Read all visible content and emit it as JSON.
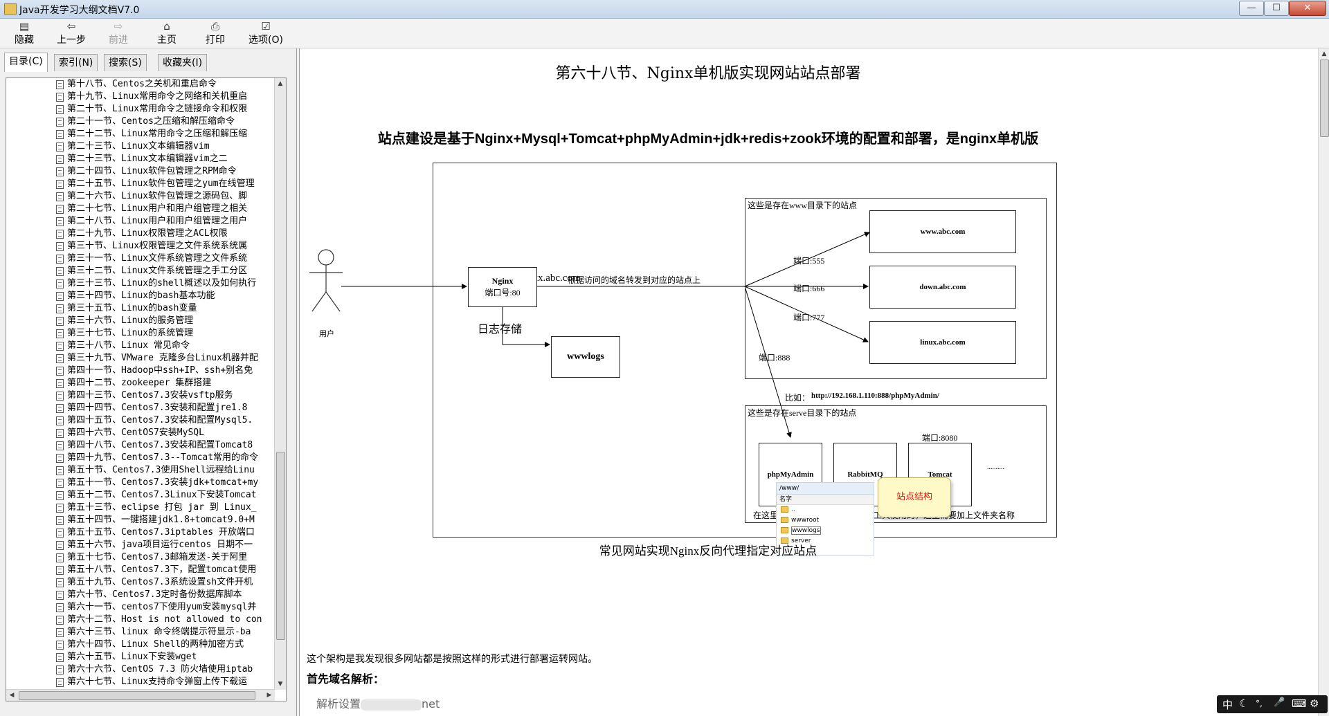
{
  "window": {
    "title": "Java开发学习大纲文档V7.0",
    "min_label": "—",
    "max_label": "☐",
    "close_label": "✕"
  },
  "toolbar": {
    "hide": "隐藏",
    "back": "上一步",
    "forward": "前进",
    "home": "主页",
    "print": "打印",
    "options": "选项(O)"
  },
  "tabs": {
    "contents": "目录(C)",
    "index": "索引(N)",
    "search": "搜索(S)",
    "favorites": "收藏夹(I)"
  },
  "tree_items": [
    "第十八节、Centos之关机和重启命令",
    "第十九节、Linux常用命令之网络和关机重启",
    "第二十节、Linux常用命令之链接命令和权限",
    "第二十一节、Centos之压缩和解压缩命令",
    "第二十二节、Linux常用命令之压缩和解压缩",
    "第二十三节、Linux文本编辑器vim",
    "第二十三节、Linux文本编辑器vim之二",
    "第二十四节、Linux软件包管理之RPM命令",
    "第二十五节、Linux软件包管理之yum在线管理",
    "第二十六节、Linux软件包管理之源码包、脚",
    "第二十七节、Linux用户和用户组管理之相关",
    "第二十八节、Linux用户和用户组管理之用户",
    "第二十九节、Linux权限管理之ACL权限",
    "第三十节、Linux权限管理之文件系统系统属",
    "第三十一节、Linux文件系统管理之文件系统",
    "第三十二节、Linux文件系统管理之手工分区",
    "第三十三节、Linux的shell概述以及如何执行",
    "第三十四节、Linux的bash基本功能",
    "第三十五节、Linux的bash变量",
    "第三十六节、Linux的服务管理",
    "第三十七节、Linux的系统管理",
    "第三十八节、Linux 常见命令",
    "第三十九节、VMware 克隆多台Linux机器并配",
    "第四十一节、Hadoop中ssh+IP、ssh+别名免",
    "第四十二节、zookeeper 集群搭建",
    "第四十三节、Centos7.3安装vsftp服务",
    "第四十四节、Centos7.3安装和配置jre1.8",
    "第四十五节、Centos7.3安装和配置Mysql5.",
    "第四十六节、CentOS7安装MySQL",
    "第四十八节、Centos7.3安装和配置Tomcat8",
    "第四十九节、Centos7.3--Tomcat常用的命令",
    "第五十节、Centos7.3使用Shell远程给Linu",
    "第五十一节、Centos7.3安装jdk+tomcat+my",
    "第五十二节、Centos7.3Linux下安装Tomcat",
    "第五十三节、eclipse 打包 jar 到 Linux_",
    "第五十四节、一键搭建jdk1.8+tomcat9.0+M",
    "第五十五节、Centos7.3iptables 开放端口",
    "第五十六节、java项目运行centos 日期不一",
    "第五十七节、Centos7.3邮箱发送-关于阿里",
    "第五十八节、Centos7.3下，配置tomcat使用",
    "第五十九节、Centos7.3系统设置sh文件开机",
    "第六十节、Centos7.3定时备份数据库脚本",
    "第六十一节、centos7下使用yum安装mysql并",
    "第六十二节、Host is not allowed to con",
    "第六十三节、linux 命令终端提示符显示-ba",
    "第六十四节、Linux Shell的两种加密方式",
    "第六十五节、Linux下安装wget",
    "第六十六节、CentOS 7.3 防火墙使用iptab",
    "第六十七节、Linux支持命令弹窗上传下载运"
  ],
  "content": {
    "title": "第六十八节、Nginx单机版实现网站站点部署",
    "subtitle": "站点建设是基于Nginx+Mysql+Tomcat+phpMyAdmin+jdk+redis+zook环境的配置和部署，是nginx单机版",
    "caption": "常见网站实现Nginx反向代理指定对应站点",
    "para1": "这个架构是我发现很多网站都是按照这样的形式进行部署运转网站。",
    "para2": "首先域名解析：",
    "para3_prefix": "解析设置",
    "para3_suffix": "net"
  },
  "diagram": {
    "user_label": "用户",
    "visit_label": "访问xxx.abc.com",
    "nginx_title": "Nginx",
    "nginx_port": "端口号:80",
    "forward_label": "根据访问的域名转发到对应的站点上",
    "log_label": "日志存储",
    "wwwlogs": "wwwlogs",
    "www_group_label": "这些是存在www目录下的站点",
    "port555": "端口:555",
    "port666": "端口:666",
    "port777": "端口:777",
    "port888": "端口:888",
    "site1": "www.abc.com",
    "site2": "down.abc.com",
    "site3": "linux.abc.com",
    "example_label": "比如：",
    "example_url": "http://192.168.1.110:888/phpMyAdmin/",
    "serve_group_label": "这些是存在serve目录下的站点",
    "port8080": "端口:8080",
    "svc1": "phpMyAdmin",
    "svc2": "RabbitMQ",
    "svc3": "Tomcat",
    "svc_more": "..........",
    "serve_note": "在这里888端口，是拿来访问系统工具使用的，这里需要加上文件夹名称",
    "callout": "站点结构",
    "folder_path": "/www/",
    "folder_col": "名字",
    "folder_items": [
      "..",
      "wwwroot",
      "wwwlogs",
      "server"
    ]
  },
  "ime": {
    "lang": "中",
    "moon": "☾",
    "punct": "°,",
    "mic": "🎤",
    "kbd": "⌨",
    "gear": "⚙"
  }
}
